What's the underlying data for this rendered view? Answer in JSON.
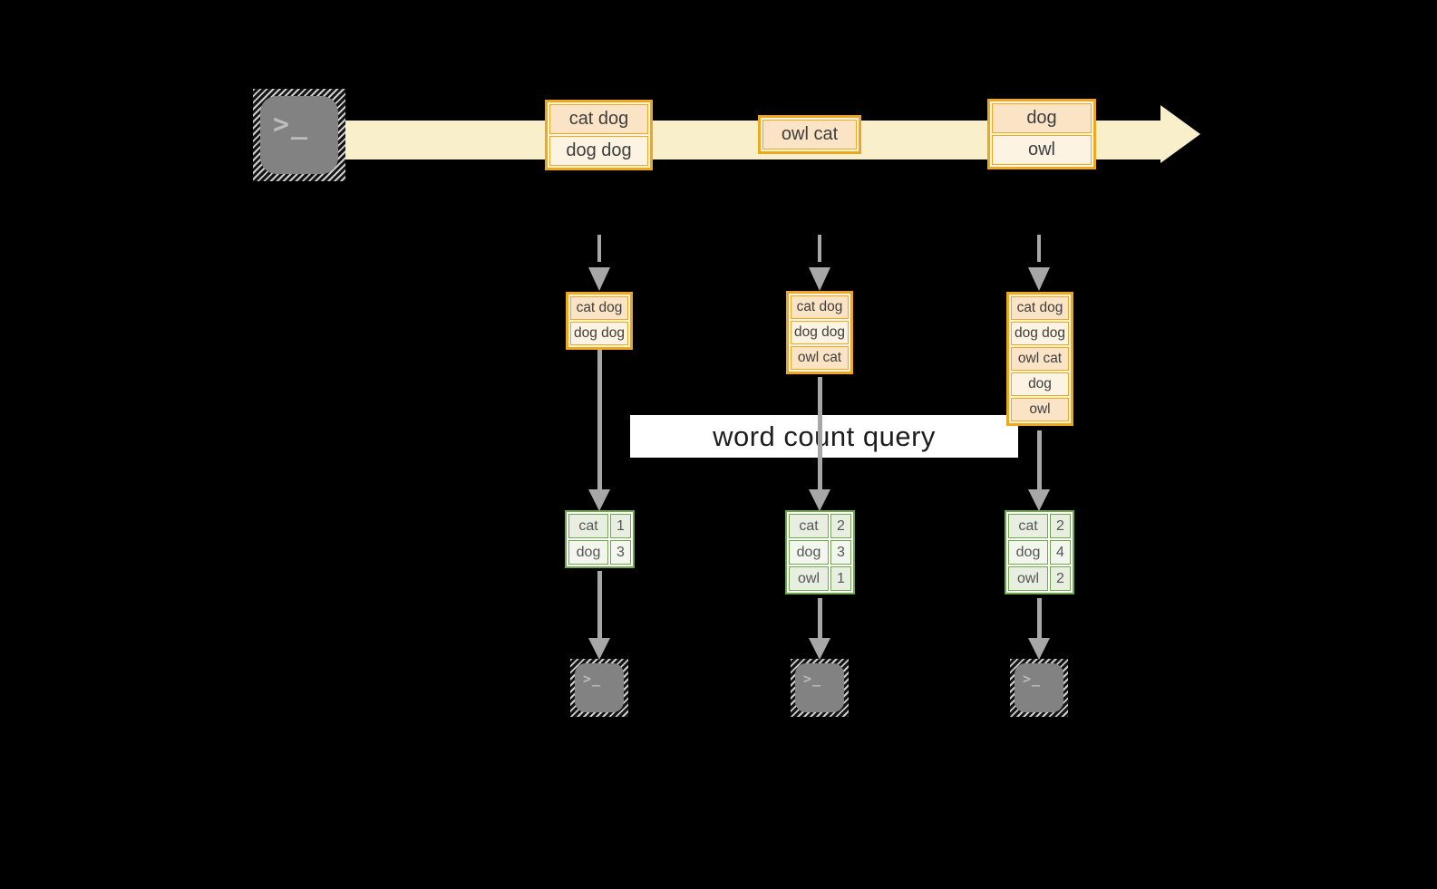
{
  "diagram": {
    "query_label": "word count query",
    "terminal_glyph": ">_",
    "colors": {
      "background": "#000000",
      "gold_border": "#EFA71E",
      "row_peach": "#FBE4C5",
      "row_cream": "#FDF3E3",
      "stream_band": "#FAEFCB",
      "green_border": "#71A74C",
      "cell_green_dark": "#E8EFE0",
      "cell_green_light": "#F2F6ED",
      "arrow_gray": "#A7A7A7",
      "terminal_gray": "#828282",
      "query_band_bg": "#FFFFFF"
    },
    "stream": {
      "batches": [
        {
          "lines": [
            "cat dog",
            "dog dog"
          ]
        },
        {
          "lines": [
            "owl cat"
          ]
        },
        {
          "lines": [
            "dog",
            "owl"
          ]
        }
      ]
    },
    "states": [
      {
        "lines": [
          "cat dog",
          "dog dog"
        ]
      },
      {
        "lines": [
          "cat dog",
          "dog dog",
          "owl cat"
        ]
      },
      {
        "lines": [
          "cat dog",
          "dog dog",
          "owl cat",
          "dog",
          "owl"
        ]
      }
    ],
    "results": [
      {
        "rows": [
          {
            "word": "cat",
            "count": "1"
          },
          {
            "word": "dog",
            "count": "3"
          }
        ]
      },
      {
        "rows": [
          {
            "word": "cat",
            "count": "2"
          },
          {
            "word": "dog",
            "count": "3"
          },
          {
            "word": "owl",
            "count": "1"
          }
        ]
      },
      {
        "rows": [
          {
            "word": "cat",
            "count": "2"
          },
          {
            "word": "dog",
            "count": "4"
          },
          {
            "word": "owl",
            "count": "2"
          }
        ]
      }
    ]
  }
}
